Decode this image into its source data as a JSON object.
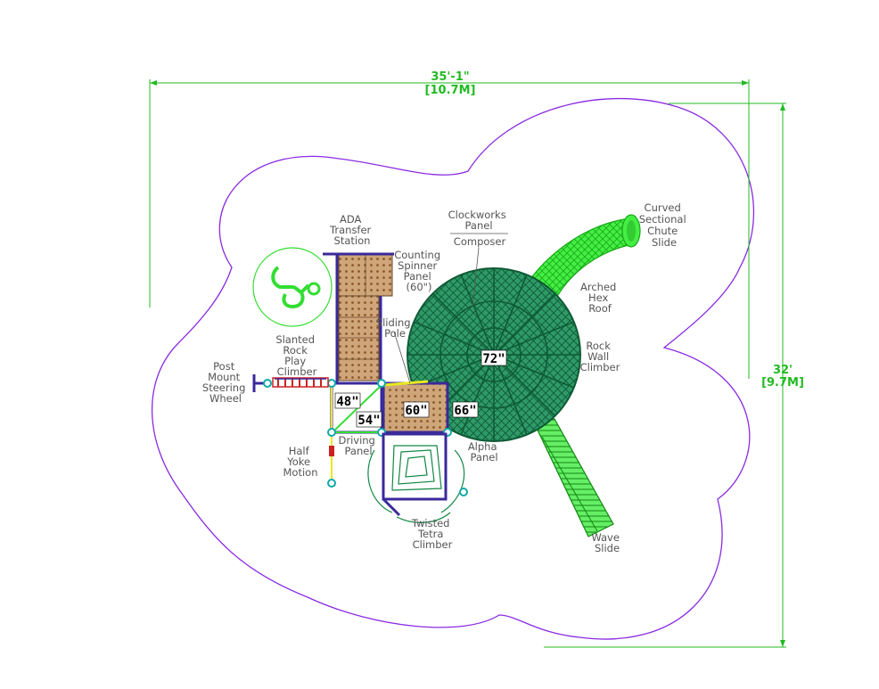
{
  "dimensions": {
    "width_ft": "35'-1\"",
    "width_m": "[10.7M]",
    "depth_ft": "32'",
    "depth_m": "[9.7M]"
  },
  "deck_heights": {
    "h48": "48\"",
    "h54": "54\"",
    "h60": "60\"",
    "h66": "66\"",
    "h72": "72\""
  },
  "components": {
    "ada_transfer_station": [
      "ADA",
      "Transfer",
      "Station"
    ],
    "counting_spinner_panel": [
      "Counting",
      "Spinner",
      "Panel",
      "(60\")"
    ],
    "clockworks_panel": [
      "Clockworks",
      "Panel"
    ],
    "composer": [
      "Composer"
    ],
    "curved_sectional_chute_slide": [
      "Curved",
      "Sectional",
      "Chute",
      "Slide"
    ],
    "arched_hex_roof": [
      "Arched",
      "Hex",
      "Roof"
    ],
    "rock_wall_climber": [
      "Rock",
      "Wall",
      "Climber"
    ],
    "sliding_pole": [
      "Sliding",
      "Pole"
    ],
    "slanted_rock_play_climber": [
      "Slanted",
      "Rock",
      "Play",
      "Climber"
    ],
    "post_mount_steering_wheel": [
      "Post",
      "Mount",
      "Steering",
      "Wheel"
    ],
    "driving_panel": [
      "Driving",
      "Panel"
    ],
    "half_yoke_motion": [
      "Half",
      "Yoke",
      "Motion"
    ],
    "alpha_panel": [
      "Alpha",
      "Panel"
    ],
    "twisted_tetra_climber": [
      "Twisted",
      "Tetra",
      "Climber"
    ],
    "wave_slide": [
      "Wave",
      "Slide"
    ]
  },
  "colors": {
    "boundary": "#8a2be2",
    "dimension": "#22bb22",
    "roof": "#1e7a50",
    "slide": "#33ee33",
    "deck_frame": "#3a2a9a",
    "deck_fill": "#c89a6a",
    "climber_red": "#cc2222",
    "label": "#555555"
  }
}
